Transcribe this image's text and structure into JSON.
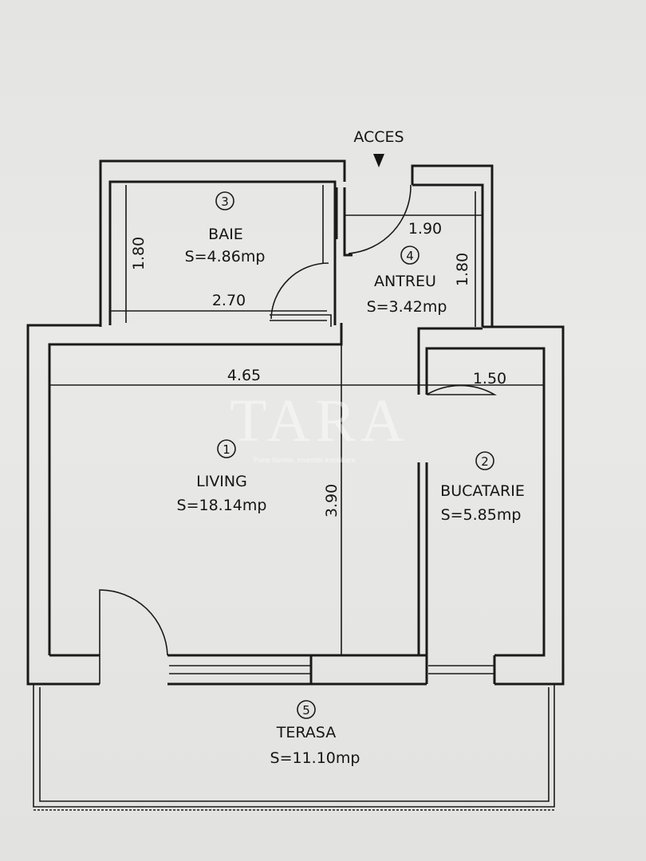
{
  "access_label": "ACCES",
  "rooms": [
    {
      "number": "1",
      "name": "LIVING",
      "area": "S=18.14mp"
    },
    {
      "number": "2",
      "name": "BUCATARIE",
      "area": "S=5.85mp"
    },
    {
      "number": "3",
      "name": "BAIE",
      "area": "S=4.86mp"
    },
    {
      "number": "4",
      "name": "ANTREU",
      "area": "S=3.42mp"
    },
    {
      "number": "5",
      "name": "TERASA",
      "area": "S=11.10mp"
    }
  ],
  "dimensions": {
    "baie_height": "1.80",
    "baie_width": "2.70",
    "antreu_width": "1.90",
    "antreu_height": "1.80",
    "living_width": "4.65",
    "living_height": "3.90",
    "bucatarie_width": "1.50"
  },
  "watermark": {
    "brand": "TARA",
    "tagline": "Pune familie. Investitii imobiliare"
  }
}
